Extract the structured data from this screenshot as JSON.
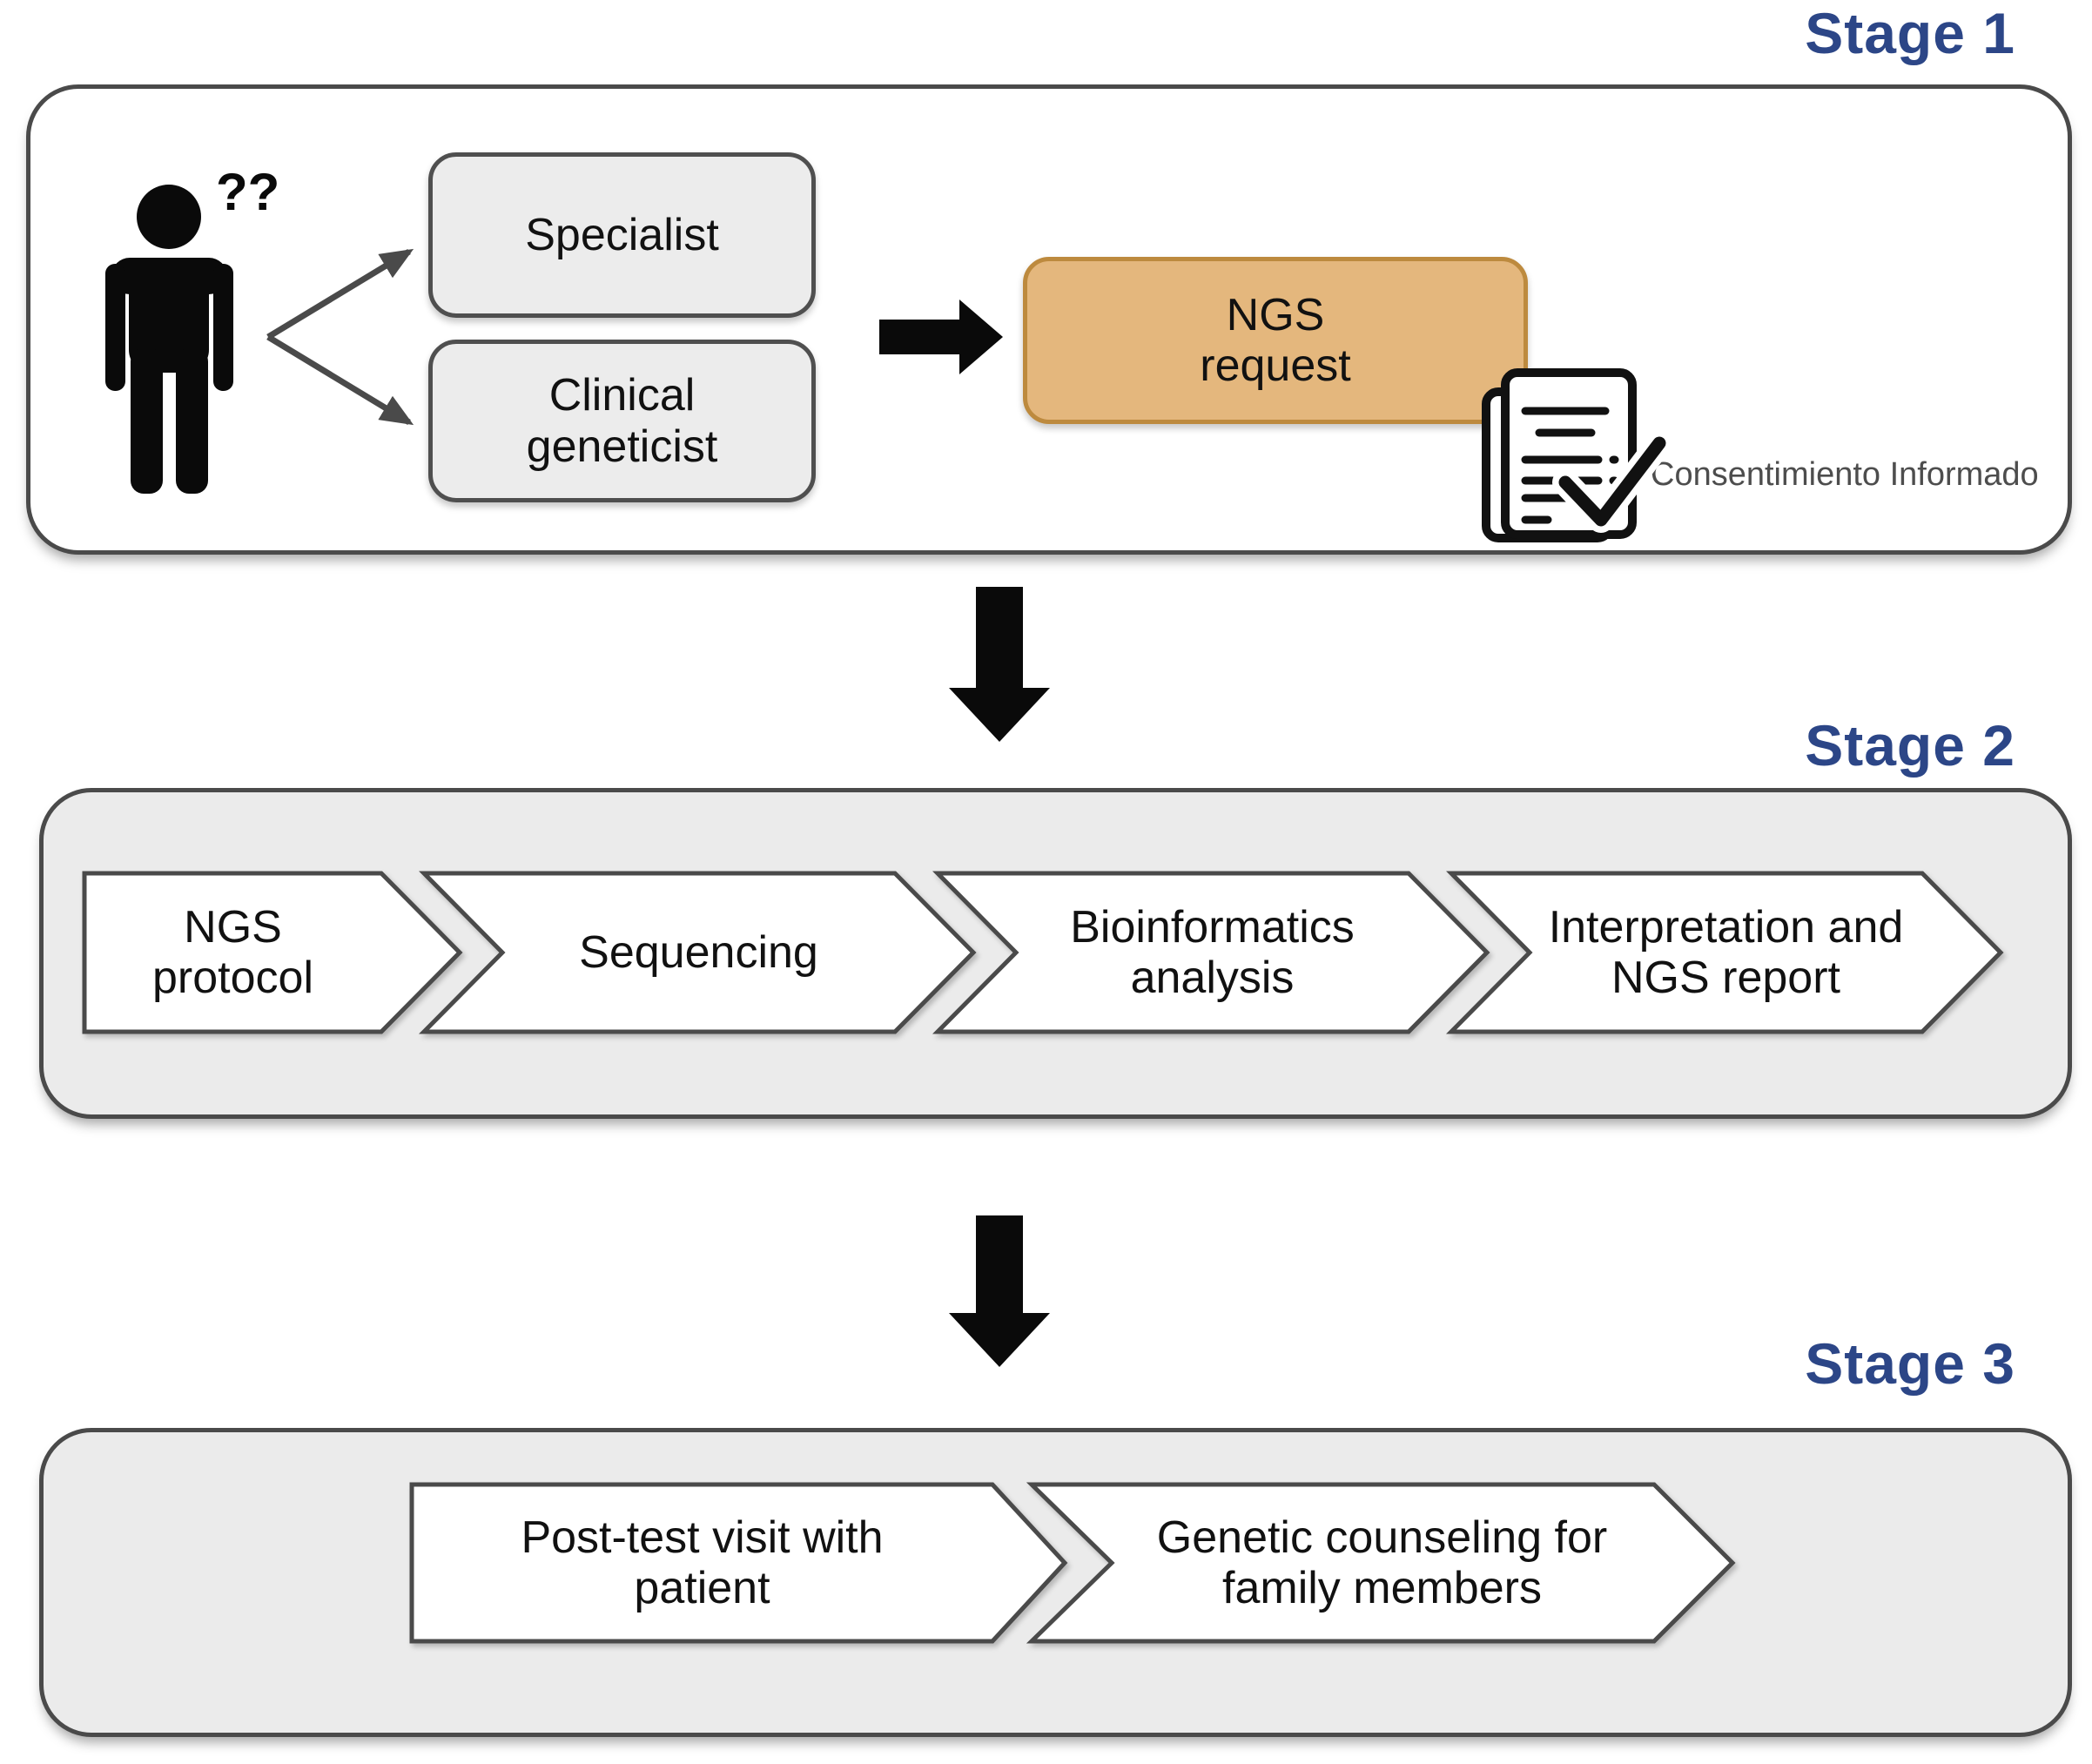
{
  "stage1": {
    "label": "Stage 1",
    "question_marks": "??",
    "specialist": "Specialist",
    "clinical_geneticist": "Clinical geneticist",
    "ngs_request": "NGS request",
    "consent_label": "Consentimiento Informado"
  },
  "stage2": {
    "label": "Stage 2",
    "steps": [
      "NGS protocol",
      "Sequencing",
      "Bioinformatics analysis",
      "Interpretation and NGS report"
    ]
  },
  "stage3": {
    "label": "Stage 3",
    "steps": [
      "Post-test visit with patient",
      "Genetic counseling for family members"
    ]
  },
  "icons": {
    "person": "person-icon",
    "consent_document": "document-checkmark-icon",
    "flow_arrows": "down-arrow-icon",
    "request_arrow": "right-arrow-icon"
  },
  "colors": {
    "stage_label": "#2c4687",
    "ngs_fill": "#e4b77d",
    "ngs_border": "#bd8a3e",
    "box_fill": "#ececec",
    "container_fill": "#ebebeb",
    "outline": "#4a4a4a",
    "consent_text": "#4d4d4d"
  }
}
